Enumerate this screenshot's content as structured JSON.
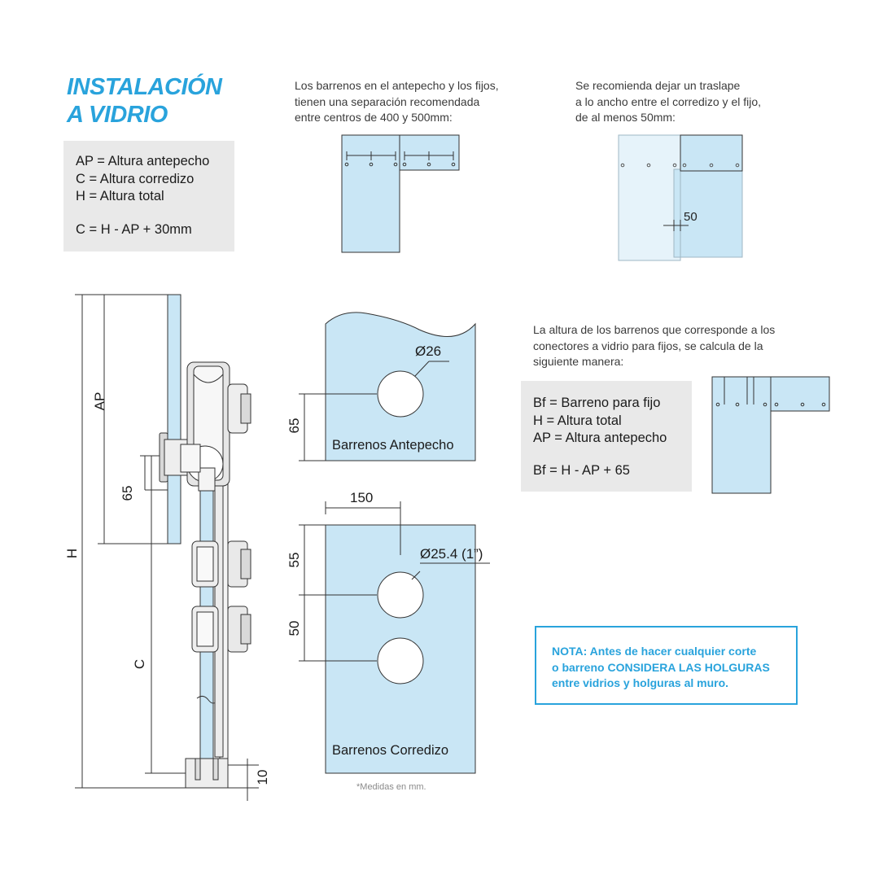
{
  "title": [
    "INSTALACIÓN",
    "A VIDRIO"
  ],
  "legend_box_1": {
    "lines": [
      "AP = Altura antepecho",
      "C = Altura corredizo",
      "H = Altura total"
    ],
    "formula": "C = H - AP + 30mm"
  },
  "caption_separation": [
    "Los barrenos en el antepecho y los fijos,",
    "tienen una separación recomendada",
    "entre centros de 400 y 500mm:"
  ],
  "caption_overlap": [
    "Se recomienda dejar un traslape",
    "a lo ancho entre el corredizo y el fijo,",
    "de al menos 50mm:"
  ],
  "caption_height": [
    "La altura de los barrenos que corresponde a los",
    "conectores a vidrio para fijos, se calcula de la",
    "siguiente manera:"
  ],
  "legend_box_2": {
    "lines": [
      "Bf = Barreno para fijo",
      "H = Altura total",
      "AP = Altura antepecho"
    ],
    "formula": "Bf = H - AP + 65"
  },
  "overlap_dim": "50",
  "panel_antepecho": {
    "label": "Barrenos Antepecho",
    "diameter": "Ø26",
    "dim_vertical": "65"
  },
  "panel_corredizo": {
    "label": "Barrenos Corredizo",
    "diameter": "Ø25.4 (1”)",
    "dim_horizontal": "150",
    "dim_upper": "55",
    "dim_lower": "50"
  },
  "side_view": {
    "dim_ap": "AP",
    "dim_h": "H",
    "dim_c": "C",
    "dim_65": "65",
    "dim_10": "10"
  },
  "nota": [
    "NOTA: Antes de hacer cualquier corte",
    "o barreno CONSIDERA LAS HOLGURAS",
    "entre vidrios y holguras al muro."
  ],
  "footnote": "*Medidas en mm.",
  "colors": {
    "accent": "#29a3dc",
    "glass": "#c9e6f5",
    "gray_box": "#e9e9e9"
  }
}
